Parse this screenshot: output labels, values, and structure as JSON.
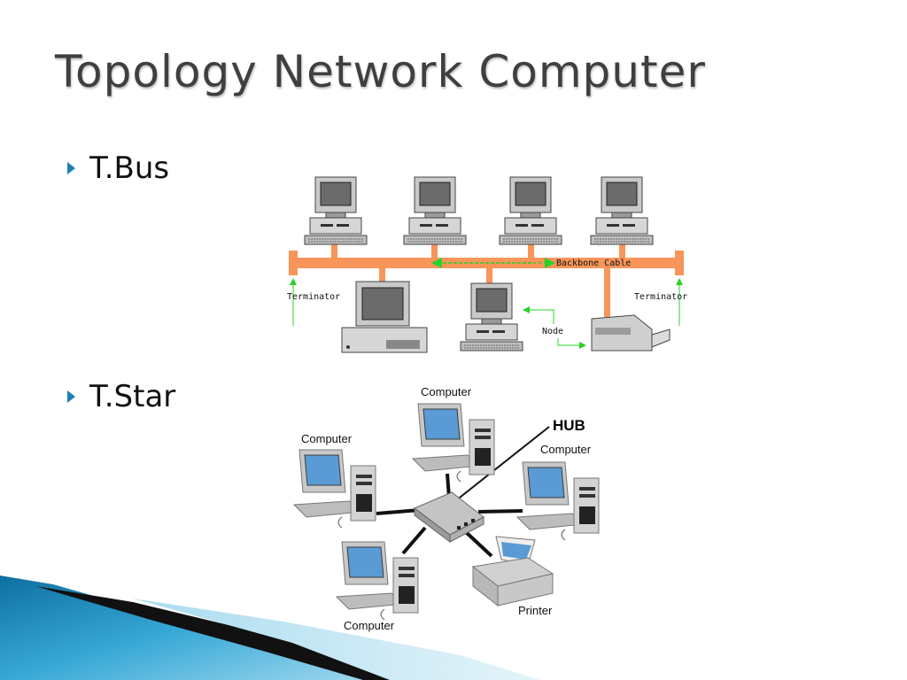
{
  "title": "Topology Network Computer",
  "bullets": [
    {
      "label": "T.Bus"
    },
    {
      "label": "T.Star"
    }
  ],
  "bus_diagram": {
    "backbone_label": "Backbone Cable",
    "terminator_left": "Terminator",
    "terminator_right": "Terminator",
    "node_label": "Node",
    "colors": {
      "cable": "#f7955a",
      "arrow": "#2bd12b",
      "screen": "#6b6b6b"
    }
  },
  "star_diagram": {
    "hub_label": "HUB",
    "labels": {
      "computer_top": "Computer",
      "computer_left": "Computer",
      "computer_right": "Computer",
      "computer_bottom": "Computer",
      "printer": "Printer"
    },
    "colors": {
      "screen": "#5b9bd5",
      "body": "#cccccc"
    }
  },
  "theme": {
    "accent": "#1f7fb5"
  }
}
